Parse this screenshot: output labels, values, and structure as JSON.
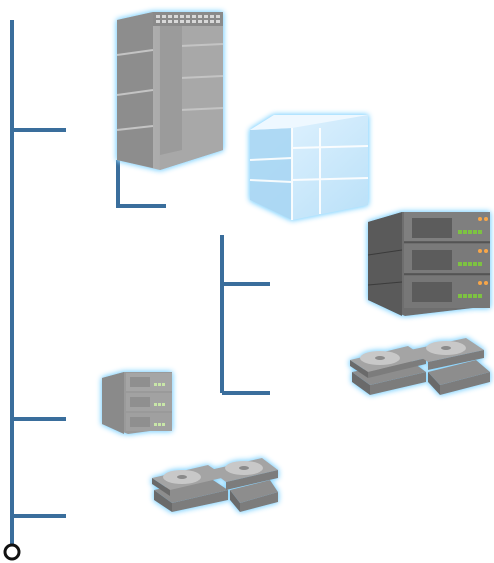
{
  "colors": {
    "connector": "#3a6e9c",
    "glow": "#8fd8ff",
    "rack_face": "#a9a9a9",
    "rack_side": "#7f7f7f",
    "rack_top": "#bdbdbd",
    "glass_face": "#cfe9fb",
    "glass_side": "#a6d3f3",
    "glass_top": "#e6f5ff",
    "server_face": "#7d7d7d",
    "server_side": "#5a5a5a",
    "led_green": "#7dc242",
    "led_amber": "#f7a64a",
    "disk_body": "#9c9c9c",
    "disk_platter": "#c8c8c8"
  },
  "nodes": [
    {
      "id": "server-rack-cabinet",
      "icon": "server-rack-icon"
    },
    {
      "id": "storage-cabinet",
      "icon": "glass-cabinet-icon"
    },
    {
      "id": "rack-servers-large",
      "icon": "rack-server-stack-icon"
    },
    {
      "id": "hard-drives-large",
      "icon": "hard-drive-array-icon"
    },
    {
      "id": "rack-servers-small",
      "icon": "rack-server-stack-icon"
    },
    {
      "id": "hard-drives-small",
      "icon": "hard-drive-array-icon"
    }
  ]
}
